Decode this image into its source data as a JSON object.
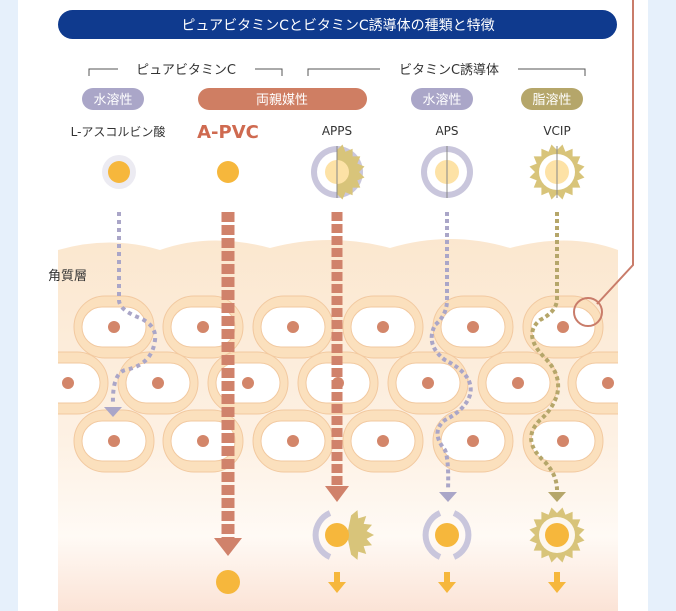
{
  "title": "ピュアビタミンCとビタミンC誘導体の種類と特徴",
  "groups": {
    "pure": "ピュアビタミンC",
    "derivative": "ビタミンC誘導体"
  },
  "layer_label": "角質層",
  "columns": [
    {
      "badge": "水溶性",
      "name": "L-アスコルビン酸",
      "badge_color": "#aaa6c8"
    },
    {
      "badge": "両親媒性",
      "name": "A-PVC",
      "badge_color": "#cf7e63"
    },
    {
      "badge": "",
      "name": "APPS"
    },
    {
      "badge": "水溶性",
      "name": "APS",
      "badge_color": "#aaa6c8"
    },
    {
      "badge": "脂溶性",
      "name": "VCIP",
      "badge_color": "#b5a66a"
    }
  ],
  "colors": {
    "banner": "#0f3a8e",
    "accent": "#cf7e63",
    "water": "#aaa6c8",
    "oil": "#b5a66a",
    "vc": "#f6b73c"
  }
}
